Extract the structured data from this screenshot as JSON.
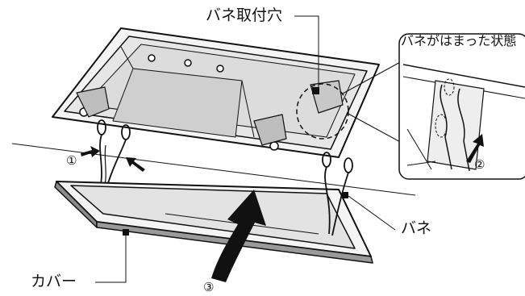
{
  "labels": {
    "spring_hole": "バネ取付穴",
    "inset_title": "バネがはまった状態",
    "spring": "バネ",
    "cover": "カバー"
  },
  "steps": {
    "one": "①",
    "two": "②",
    "three": "③"
  },
  "colors": {
    "line": "#111111",
    "fill_light": "#f2f2f2",
    "fill_mid": "#d9d9d9",
    "fill_dark": "#8a8a8a",
    "arrow": "#111111"
  },
  "icons": {
    "push_arrow": "arrow-icon",
    "lift_arrow": "curved-arrow-icon"
  }
}
